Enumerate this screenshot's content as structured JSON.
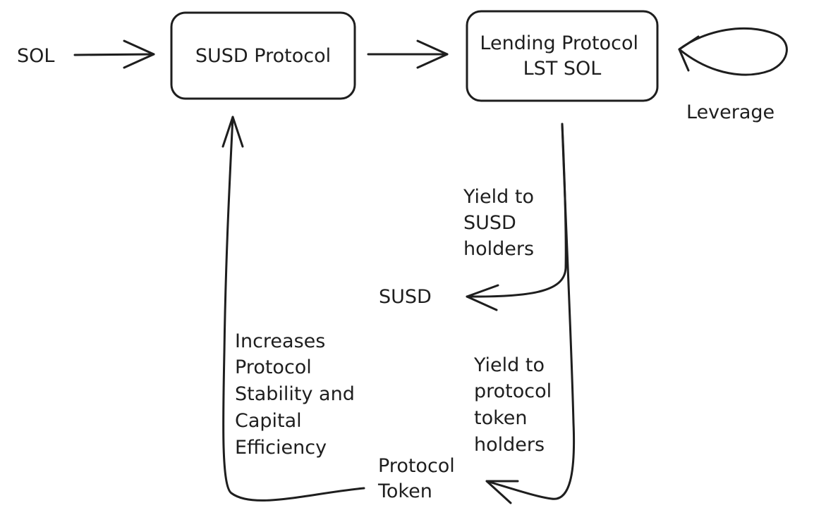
{
  "nodes": {
    "sol": {
      "text": [
        "SOL"
      ]
    },
    "susd_protocol": {
      "text": [
        "SUSD Protocol"
      ]
    },
    "lending_protocol": {
      "text": [
        "Lending Protocol",
        "LST SOL"
      ]
    },
    "leverage": {
      "text": [
        "Leverage"
      ]
    },
    "susd": {
      "text": [
        "SUSD"
      ]
    },
    "protocol_token": {
      "text": [
        "Protocol",
        "Token"
      ]
    }
  },
  "edge_labels": {
    "yield_susd": {
      "text": [
        "Yield to",
        "SUSD",
        "holders"
      ]
    },
    "yield_token": {
      "text": [
        "Yield to",
        "protocol",
        "token",
        "holders"
      ]
    },
    "stability": {
      "text": [
        "Increases",
        "Protocol",
        "Stability and",
        "Capital",
        "Efficiency"
      ]
    }
  },
  "colors": {
    "stroke": "#1e1e1e",
    "background": "#ffffff"
  }
}
